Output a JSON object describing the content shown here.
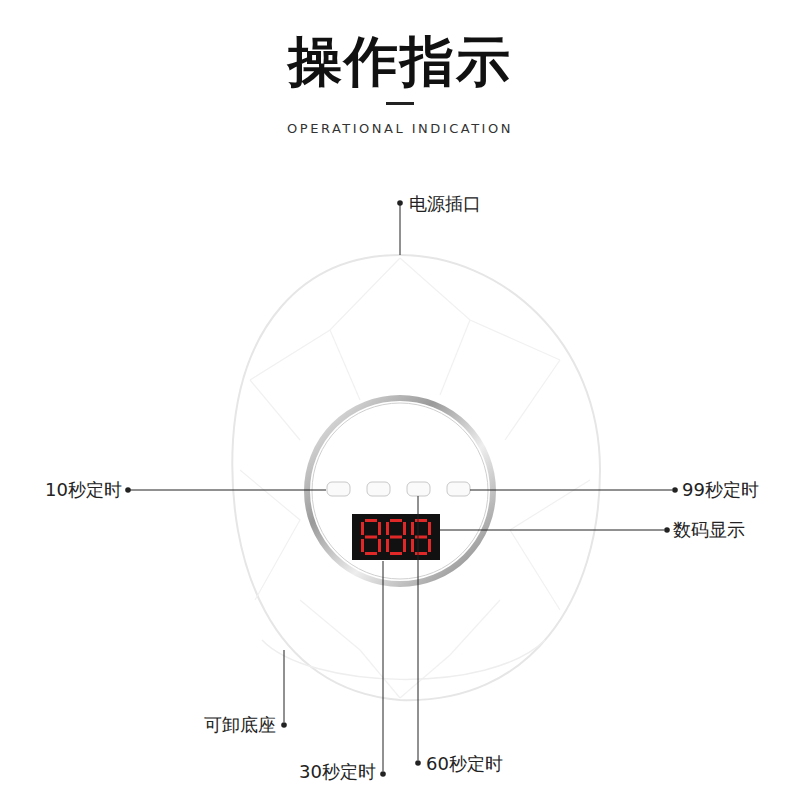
{
  "diagram": {
    "title": "操作指示",
    "labels": [
      "OPERATIONAL INDICATION",
      "电源插口",
      "10秒定时",
      "99秒定时",
      "数码显示",
      "可卸底座",
      "60秒定时",
      "30秒定时"
    ]
  }
}
